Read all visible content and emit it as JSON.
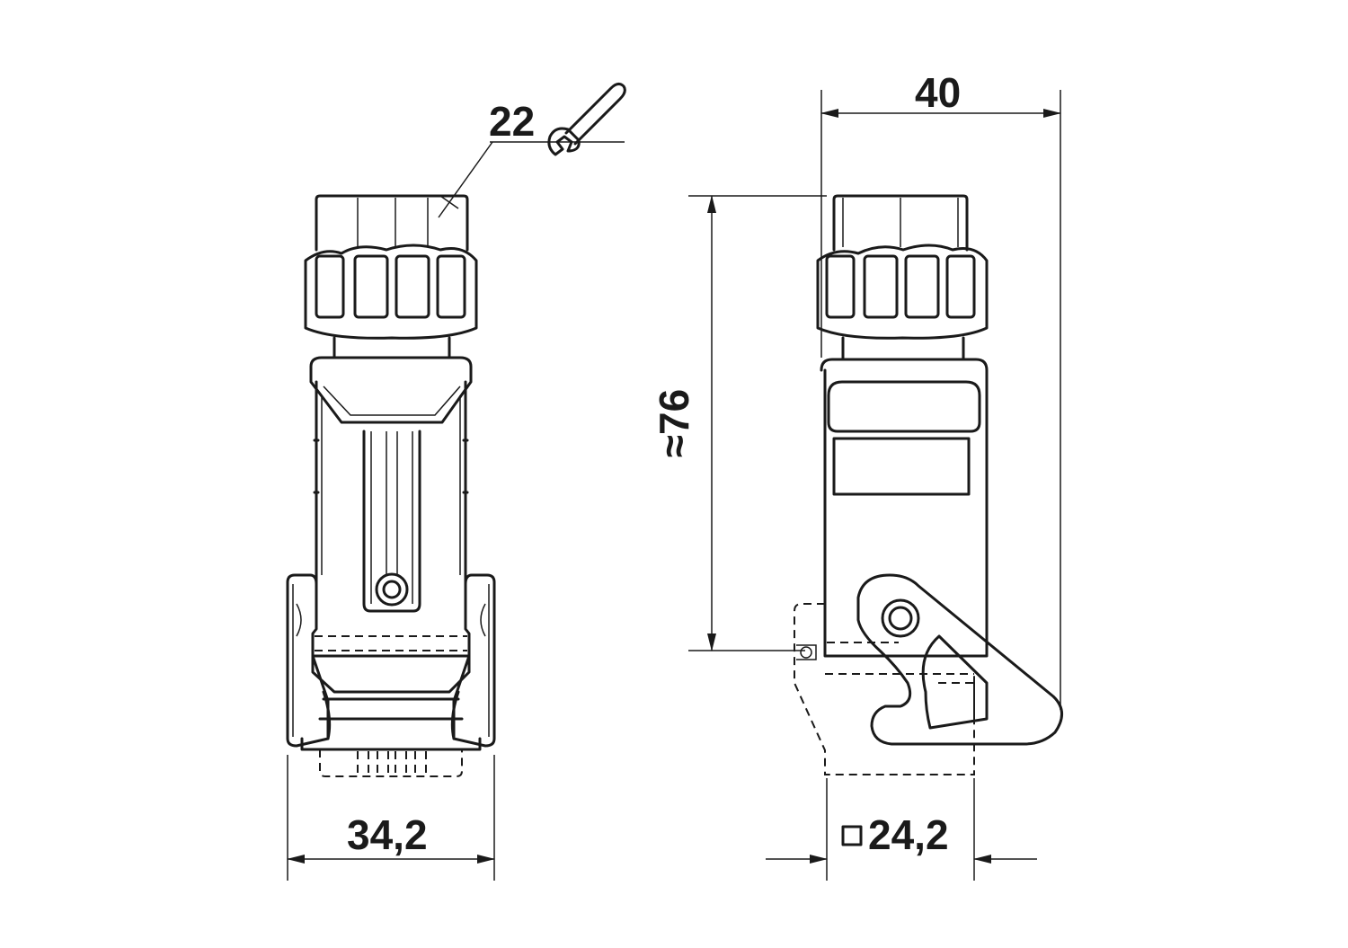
{
  "dimensions": {
    "wrench_size": "22",
    "overall_width": "40",
    "overall_height": "≈76",
    "front_width": "34,2",
    "base_square": "24,2"
  },
  "icons": [
    "wrench-icon",
    "square-symbol-icon"
  ],
  "colors": {
    "line": "#1a1a1a",
    "background": "#ffffff"
  }
}
